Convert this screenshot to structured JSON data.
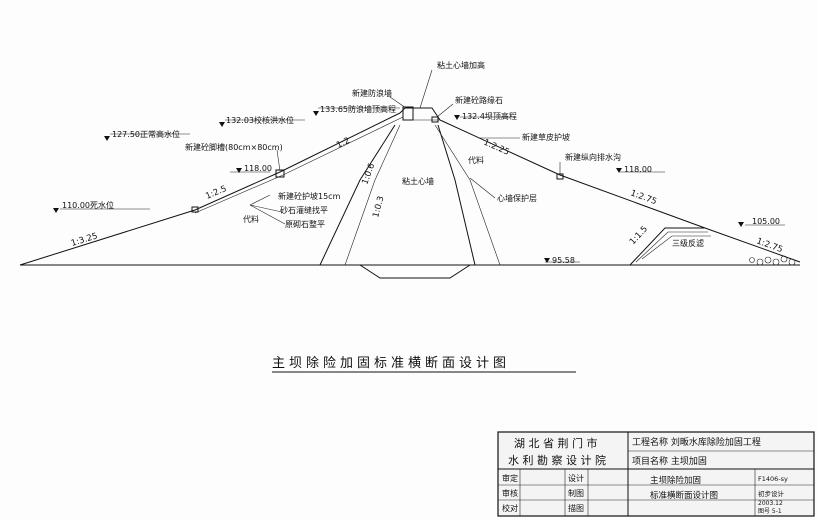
{
  "labels": {
    "core_raise": "粘土心墙加高",
    "new_wave_wall": "新建防浪墙",
    "new_curb": "新建砼路缘石",
    "wall_top": "133.65防浪墙顶高程",
    "crest": "132.4坝顶高程",
    "check_flood": "132.03校核洪水位",
    "normal_level": "127.50正常高水位",
    "foot_trench": "新建砼脚槽(80cm×80cm)",
    "berm_elev": "118.00",
    "dead_level": "110.00死水位",
    "concrete_protect": "新建砼护坡15cm",
    "gravel_fill": "砂石灌缝找平",
    "rubble_level": "原砌石整平",
    "fill_left": "代料",
    "fill_right": "代料",
    "core": "粘土心墙",
    "core_protect": "心墙保护层",
    "turf": "新建草皮护坡",
    "drain_ditch": "新建纵向排水沟",
    "berm_elev_right": "118.00",
    "toe_elev": "105.00",
    "filter": "三级反滤",
    "base_elev": "95.58"
  },
  "slopes": {
    "up_top": "1:2",
    "up_mid": "1:2.5",
    "up_low": "1:3.25",
    "down_top": "1:2.25",
    "down_low": "1:2.75",
    "down_toe": "1:2.75",
    "filter_slope": "1:1.5",
    "core_left": "1:0.6",
    "core_left_low": "1:0.3"
  },
  "title": "主坝除险加固标准横断面设计图",
  "title_block": {
    "org_line1": "湖 北 省 荆 门 市",
    "org_line2": "水 利 勘 察 设 计 院",
    "project_name": "工程名称 刘畈水库除险加固工程",
    "project_item": "项目名称 主坝加固",
    "drawing_name_1": "主坝除险加固",
    "drawing_name_2": "标准横断面设计图",
    "roles": [
      "审定",
      "审核",
      "校对"
    ],
    "roles_right": [
      "设计",
      "制图",
      "描图"
    ],
    "code": "F1406-sy",
    "stage": "初步设计",
    "date": "2003.12",
    "sheet": "图号 5-1"
  }
}
